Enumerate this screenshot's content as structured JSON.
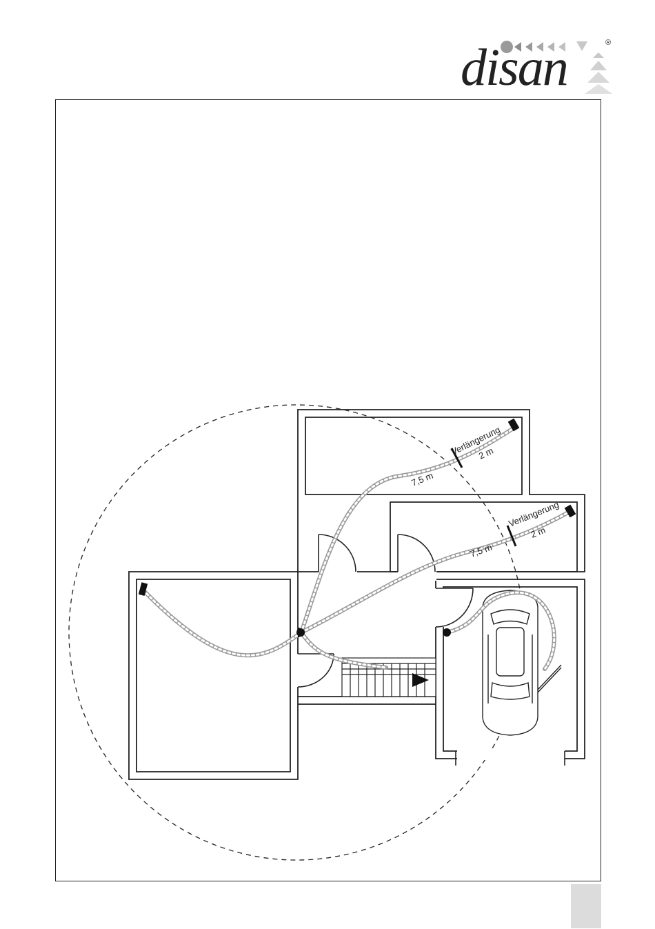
{
  "logo": {
    "text": "disan",
    "reg_mark": "®"
  },
  "floorplan": {
    "cable_top": {
      "long_length": "7,5 m",
      "extension_label": "Verlängerung",
      "extension_length": "2 m"
    },
    "cable_middle": {
      "long_length": "7,5 m",
      "extension_label": "Verlängerung",
      "extension_length": "2 m"
    }
  },
  "colors": {
    "ink": "#222222",
    "cable": "#bdbdbd",
    "tab": "#dcdcdc"
  }
}
